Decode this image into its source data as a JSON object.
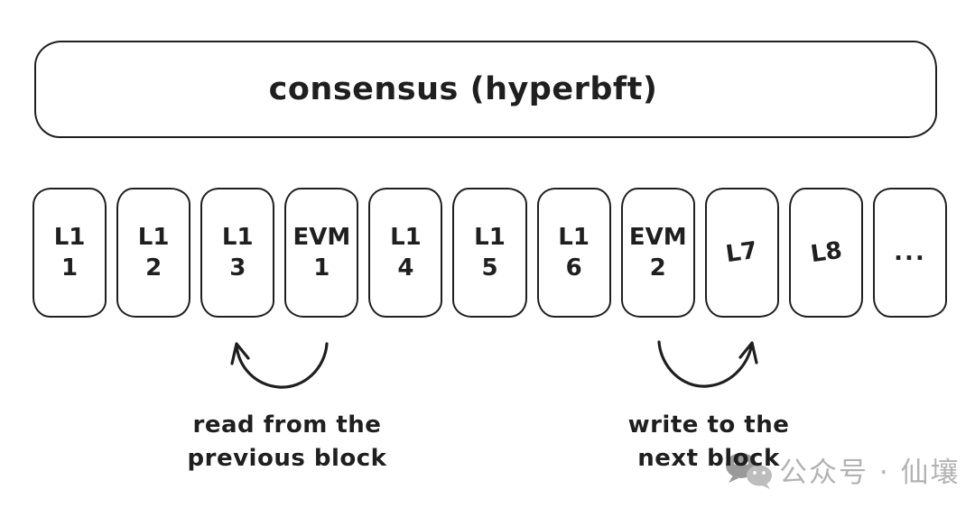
{
  "diagram": {
    "title": "consensus (hyperbft)",
    "blocks": [
      {
        "name": "l1-1",
        "lines": [
          "L1",
          "1"
        ]
      },
      {
        "name": "l1-2",
        "lines": [
          "L1",
          "2"
        ]
      },
      {
        "name": "l1-3",
        "lines": [
          "L1",
          "3"
        ]
      },
      {
        "name": "evm-1",
        "lines": [
          "EVM",
          "1"
        ]
      },
      {
        "name": "l1-4",
        "lines": [
          "L1",
          "4"
        ]
      },
      {
        "name": "l1-5",
        "lines": [
          "L1",
          "5"
        ]
      },
      {
        "name": "l1-6",
        "lines": [
          "L1",
          "6"
        ]
      },
      {
        "name": "evm-2",
        "lines": [
          "EVM",
          "2"
        ]
      },
      {
        "name": "l7",
        "lines": [
          "L7"
        ]
      },
      {
        "name": "l8",
        "lines": [
          "L8"
        ]
      },
      {
        "name": "ellipsis",
        "lines": [
          "..."
        ]
      }
    ],
    "annotations": {
      "read": {
        "line1": "read from the",
        "line2": "previous block"
      },
      "write": {
        "line1": "write to the",
        "line2": "next block"
      }
    },
    "watermark": {
      "icon": "wechat-icon",
      "text": "公众号 · 仙壤"
    },
    "colors": {
      "stroke": "#1f1f1f",
      "background": "#ffffff",
      "watermark_gray": "#b3b3b3"
    }
  }
}
